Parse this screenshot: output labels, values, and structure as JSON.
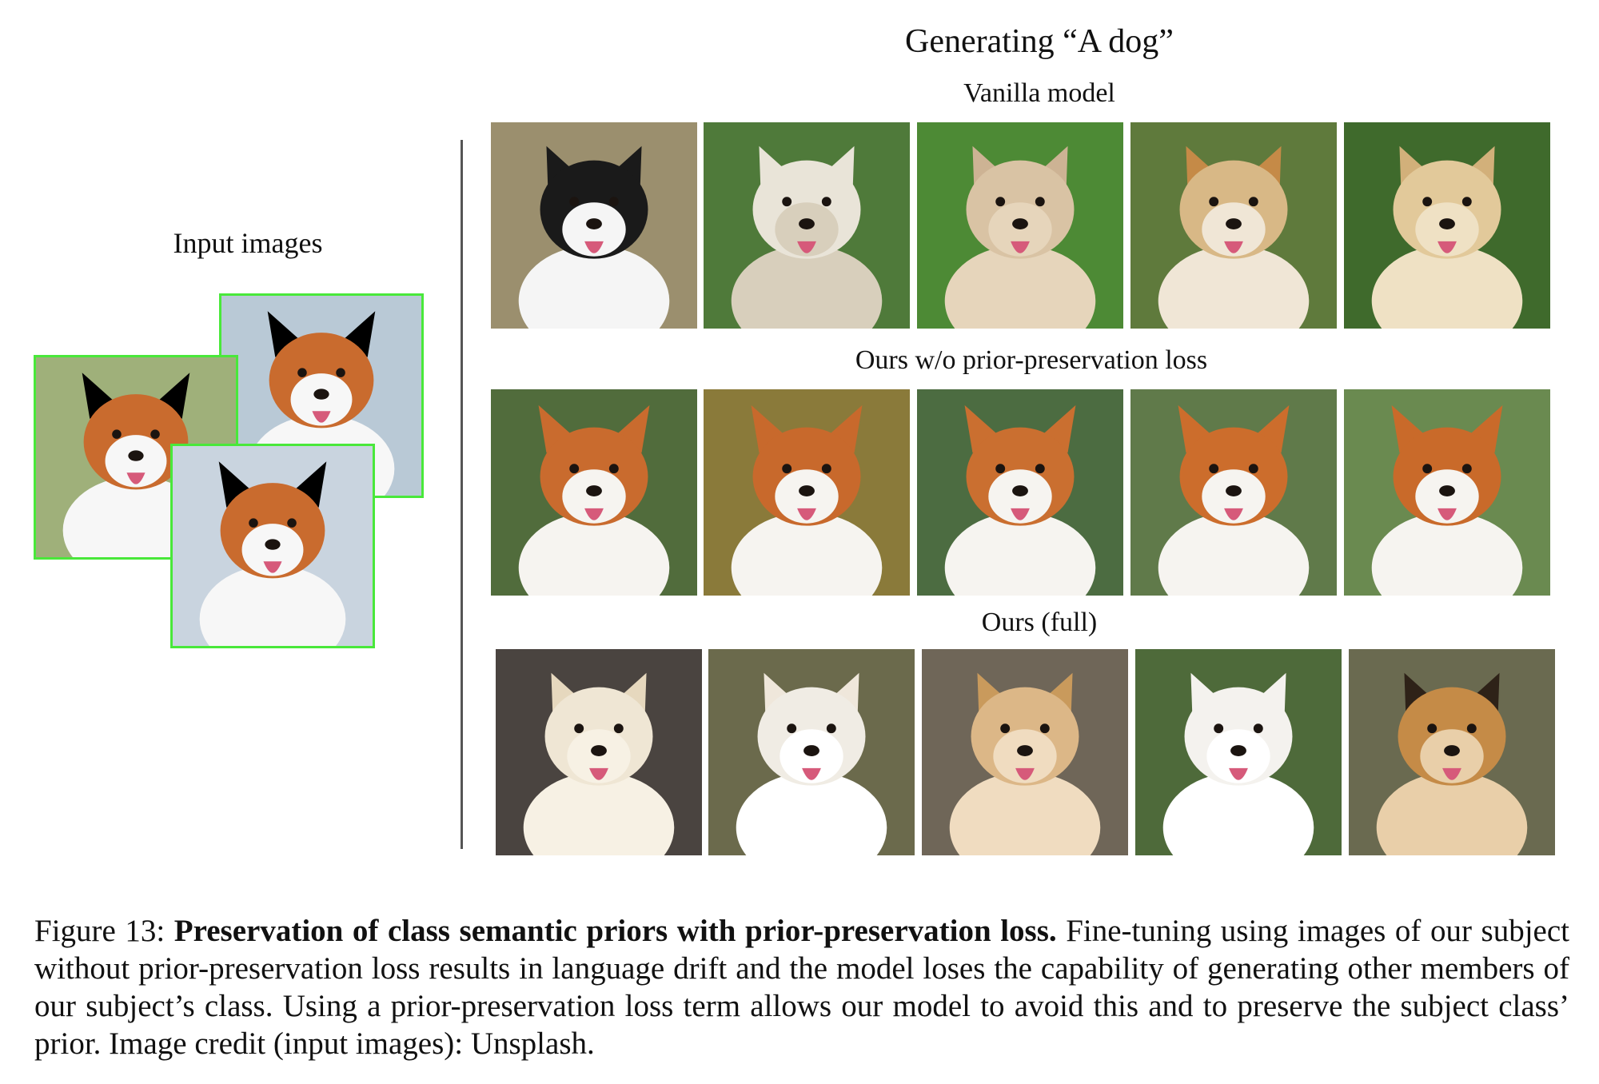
{
  "header": {
    "title": "Generating “A dog”"
  },
  "left_panel": {
    "label": "Input images"
  },
  "rows": [
    {
      "label": "Vanilla model",
      "images": [
        {
          "icon": "dog-image",
          "bg": "#9b8f6e",
          "fur": "#1a1a1a",
          "accent": "#f5f5f5",
          "ear": "#1a1a1a"
        },
        {
          "icon": "dog-image",
          "bg": "#4f7a3a",
          "fur": "#e9e4d8",
          "accent": "#d8cfbc",
          "ear": "#e9e4d8"
        },
        {
          "icon": "dog-image",
          "bg": "#4d8a35",
          "fur": "#d9c3a4",
          "accent": "#e6d5bb",
          "ear": "#cdb394"
        },
        {
          "icon": "dog-image",
          "bg": "#5f7a3c",
          "fur": "#d8b886",
          "accent": "#f0e6d6",
          "ear": "#c58a47"
        },
        {
          "icon": "dog-image",
          "bg": "#3f6a2c",
          "fur": "#e2c99a",
          "accent": "#efe1c4",
          "ear": "#d2b07a"
        }
      ]
    },
    {
      "label": "Ours w/o prior-preservation loss",
      "images": [
        {
          "icon": "corgi-image",
          "bg": "#516c3c",
          "fur": "#c96b2e",
          "accent": "#f6f4f0",
          "ear": "#c96b2e"
        },
        {
          "icon": "corgi-image",
          "bg": "#8a7a3a",
          "fur": "#c8692c",
          "accent": "#f6f4f0",
          "ear": "#c8692c"
        },
        {
          "icon": "corgi-image",
          "bg": "#4c6c41",
          "fur": "#ca6f30",
          "accent": "#f6f4f0",
          "ear": "#ca6f30"
        },
        {
          "icon": "corgi-image",
          "bg": "#607a4a",
          "fur": "#cc6d2c",
          "accent": "#f6f4f0",
          "ear": "#cc6d2c"
        },
        {
          "icon": "corgi-image",
          "bg": "#6a8a50",
          "fur": "#c96a2a",
          "accent": "#f6f4f0",
          "ear": "#c96a2a"
        }
      ]
    },
    {
      "label": "Ours (full)",
      "images": [
        {
          "icon": "dog-image",
          "bg": "#4a4440",
          "fur": "#efe6d4",
          "accent": "#f7f1e4",
          "ear": "#e6d8be"
        },
        {
          "icon": "dog-image",
          "bg": "#6b6a4c",
          "fur": "#f0ece4",
          "accent": "#ffffff",
          "ear": "#efe7db"
        },
        {
          "icon": "dog-image",
          "bg": "#6f6658",
          "fur": "#dcb787",
          "accent": "#f0dcc0",
          "ear": "#c99a5c"
        },
        {
          "icon": "dog-image",
          "bg": "#4e6a3a",
          "fur": "#f4f2ee",
          "accent": "#ffffff",
          "ear": "#f4f2ee"
        },
        {
          "icon": "dog-image",
          "bg": "#6a6a50",
          "fur": "#c58b47",
          "accent": "#e9cfa9",
          "ear": "#2e2218"
        }
      ]
    }
  ],
  "input_images": [
    {
      "icon": "corgi-input-image",
      "bg": "#b9c9d6",
      "fur": "#c96b2e",
      "accent": "#f7f7f7"
    },
    {
      "icon": "corgi-input-image",
      "bg": "#9fb07a",
      "fur": "#c96b2e",
      "accent": "#f7f7f7"
    },
    {
      "icon": "corgi-input-image",
      "bg": "#c9d4df",
      "fur": "#c96b2e",
      "accent": "#f7f7f7"
    }
  ],
  "caption": {
    "prefix": "Figure 13: ",
    "bold": "Preservation of class semantic priors with prior-preservation loss.",
    "body": " Fine-tuning using images of our subject without prior-preservation loss results in language drift and the model loses the capability of generating other members of our subject’s class. Using a prior-preservation loss term allows our model to avoid this and to preserve the subject class’ prior. Image credit (input images): Unsplash."
  }
}
